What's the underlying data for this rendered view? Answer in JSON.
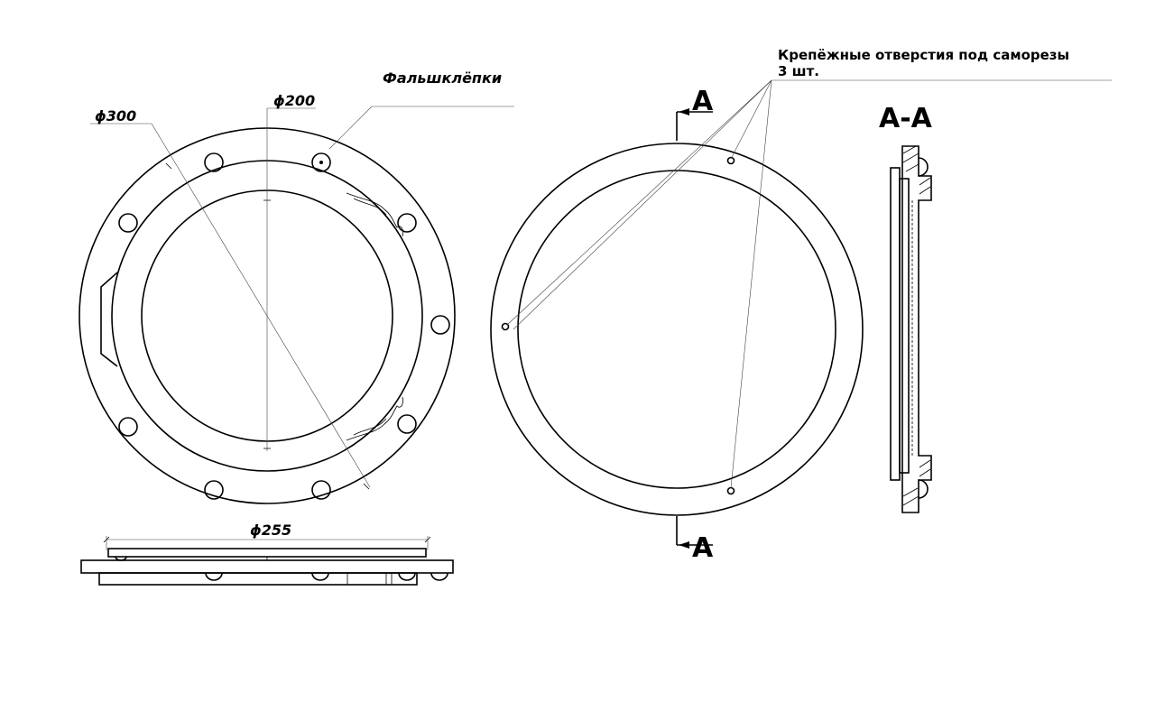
{
  "labels": {
    "dia_outer": "ϕ300",
    "dia_inner": "ϕ200",
    "dia_side": "ϕ255",
    "false_rivets": "Фальшклёпки",
    "holes_line1": "Крепёжные отверстия под саморезы",
    "holes_line2": "3 шт.",
    "cut_top": "A",
    "cut_bottom": "A",
    "section": "A-A"
  },
  "colors": {
    "line": "#000000",
    "paper": "#ffffff"
  }
}
